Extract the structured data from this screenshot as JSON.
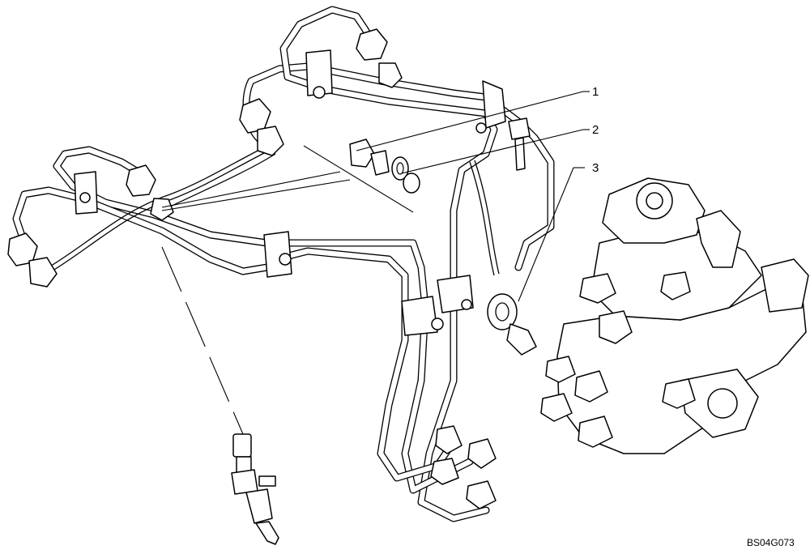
{
  "callouts": [
    {
      "label": "1"
    },
    {
      "label": "2"
    },
    {
      "label": "3"
    }
  ],
  "figure_code": "BS04G073",
  "colors": {
    "ink": "#000000",
    "paper": "#ffffff"
  }
}
